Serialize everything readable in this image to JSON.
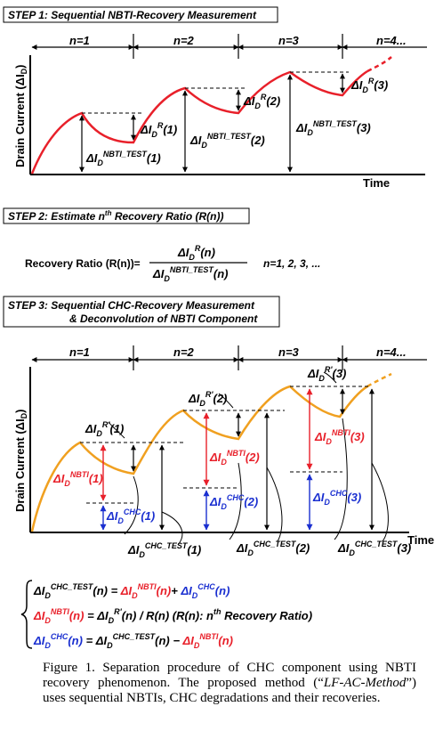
{
  "step1": {
    "title": "STEP 1: Sequential NBTI-Recovery Measurement"
  },
  "step2": {
    "title": "STEP 2: Estimate n",
    "title_sup": "th",
    "title_tail": " Recovery Ratio (R(n))"
  },
  "step3": {
    "title_line1": "STEP 3: Sequential CHC-Recovery Measurement",
    "title_line2": "& Deconvolution of NBTI Component"
  },
  "periods": [
    "n=1",
    "n=2",
    "n=3",
    "n=4..."
  ],
  "axis": {
    "y_label": "Drain Current (ΔI",
    "y_sub": "D",
    "y_close": ")",
    "x_label": "Time"
  },
  "labels1": {
    "recovery": [
      "ΔI_D^R(1)",
      "ΔI_D^R(2)",
      "ΔI_D^R(3)"
    ],
    "nbti_test": [
      "ΔI_D^NBTI_TEST(1)",
      "ΔI_D^NBTI_TEST(2)",
      "ΔI_D^NBTI_TEST(3)"
    ]
  },
  "ratio": {
    "label": "Recovery Ratio (R(n))=",
    "numerator": "ΔI_D^R(n)",
    "denominator": "ΔI_D^NBTI_TEST(n)",
    "n_range": "n=1, 2, 3, ..."
  },
  "labels3": {
    "recovery": [
      "ΔI_D^R'(1)",
      "ΔI_D^R'(2)",
      "ΔI_D^R'(3)"
    ],
    "nbti": [
      "ΔI_D^NBTI(1)",
      "ΔI_D^NBTI(2)",
      "ΔI_D^NBTI(3)"
    ],
    "chc": [
      "ΔI_D^CHC(1)",
      "ΔI_D^CHC(2)",
      "ΔI_D^CHC(3)"
    ],
    "chc_test": [
      "ΔI_D^CHC_TEST(1)",
      "ΔI_D^CHC_TEST(2)",
      "ΔI_D^CHC_TEST(3)"
    ]
  },
  "equations": {
    "eq1_lhs": "ΔI_D^CHC_TEST(n) = ",
    "eq1_a": "ΔI_D^NBTI(n)",
    "eq1_plus": "+ ",
    "eq1_b": "ΔI_D^CHC(n)",
    "eq2_lhs": "ΔI_D^NBTI(n)",
    "eq2_mid": " = ΔI_D^R'(n) / R(n)",
    "eq2_note": "(R(n): n",
    "eq2_note_sup": "th",
    "eq2_note_tail": " Recovery Ratio)",
    "eq3_lhs": "ΔI_D^CHC(n)",
    "eq3_mid": " = ΔI_D^CHC_TEST(n) − ",
    "eq3_rhs": "ΔI_D^NBTI(n)"
  },
  "caption": {
    "text1": "Figure 1. Separation procedure of CHC component using NBTI recovery phenomenon. The proposed method (“",
    "italic": "LF-AC-Method",
    "text2": "”) uses sequential NBTIs, CHC degradations and their recoveries."
  },
  "colors": {
    "nbti_curve": "#e8202a",
    "chc_curve": "#f0a020",
    "nbti_text": "#e8202a",
    "chc_text": "#1a2fd0"
  }
}
